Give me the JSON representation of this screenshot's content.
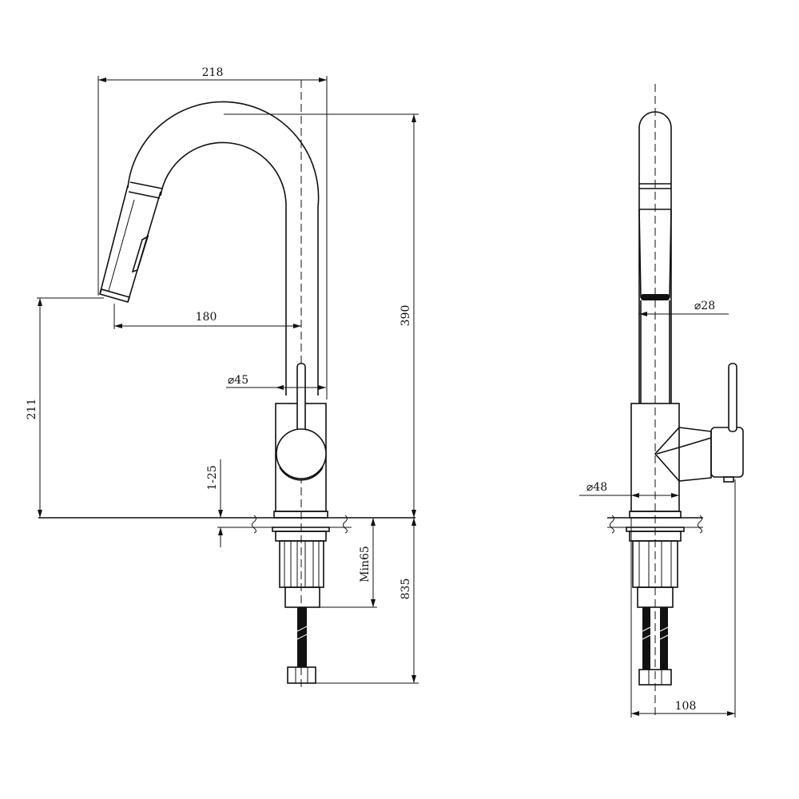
{
  "front_view": {
    "width_label": "218",
    "reach_label": "180",
    "height_label": "390",
    "spout_height_label": "211",
    "body_diameter_label": "⌀45",
    "deck_thickness_label": "1-25",
    "min_depth_label": "Min65",
    "total_length_label": "835"
  },
  "side_view": {
    "spout_diameter_label": "⌀28",
    "base_diameter_label": "⌀48",
    "depth_label": "108"
  }
}
